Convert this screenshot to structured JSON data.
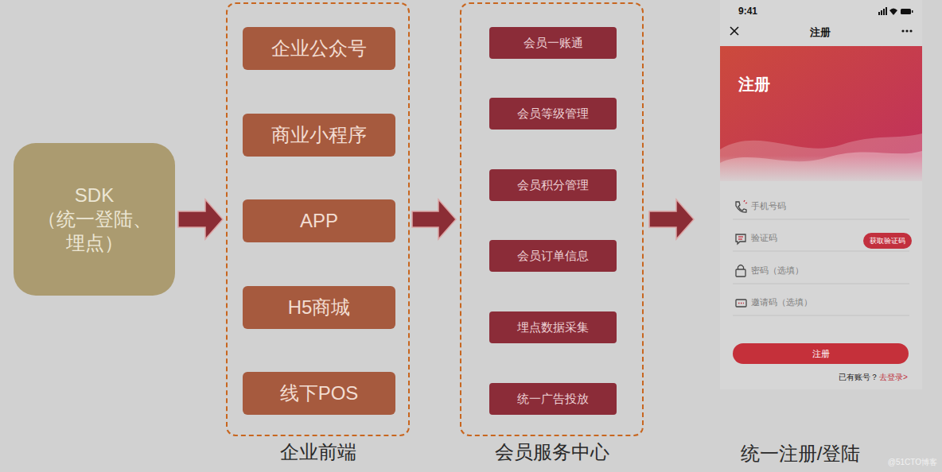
{
  "diagram": {
    "nodes": [
      {
        "text": [
          "SDK",
          "（统一登陆、埋点）"
        ]
      },
      {
        "text": [
          "企业前端"
        ]
      },
      {
        "text": [
          "企业公众号"
        ],
        "in": 1
      },
      {
        "text": [
          "商业小程序"
        ],
        "in": 1
      },
      {
        "text": [
          "APP"
        ],
        "in": 1
      },
      {
        "text": [
          "H5商城"
        ],
        "in": 1
      },
      {
        "text": [
          "线下POS"
        ],
        "in": 1
      },
      {
        "text": [
          "会员服务中心"
        ]
      },
      {
        "text": [
          "会员一账通"
        ],
        "in": 7
      },
      {
        "text": [
          "会员等级管理"
        ],
        "in": 7
      },
      {
        "text": [
          "会员积分管理"
        ],
        "in": 7
      },
      {
        "text": [
          "会员订单信息"
        ],
        "in": 7
      },
      {
        "text": [
          "埋点数据采集"
        ],
        "in": 7
      },
      {
        "text": [
          "统一广告投放"
        ],
        "in": 7
      },
      {
        "text": [
          "统一注册/登陆"
        ]
      },
      {
        "text": [
          "获取验证码"
        ],
        "in": 14
      },
      {
        "text": [
          "注册"
        ],
        "in": 14
      }
    ],
    "edges": [
      {
        "from": 0,
        "to": 1,
        "arrow": "to"
      },
      {
        "from": 1,
        "to": 7,
        "arrow": "to"
      },
      {
        "from": 7,
        "to": 14,
        "arrow": "to"
      }
    ],
    "labels": [
      "9:41",
      "注册",
      "注册",
      "手机号码",
      "验证码",
      "密码（选填）",
      "邀请码（选填）",
      "已有账号？",
      "去登录>",
      "@51CTO博客"
    ]
  }
}
